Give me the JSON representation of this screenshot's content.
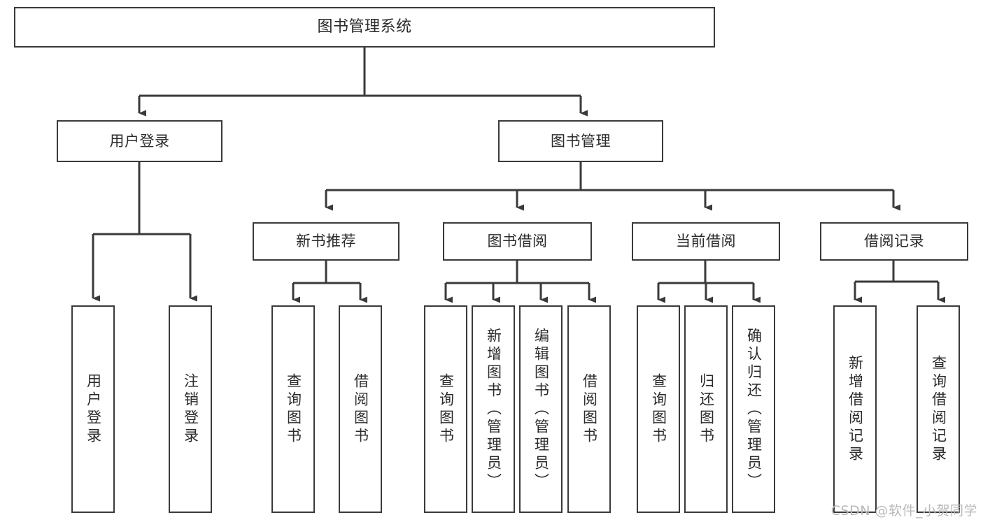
{
  "diagram": {
    "title": "图书管理系统",
    "type": "tree-hierarchy-chart",
    "watermark": "CSDN @软件_小贺同学",
    "colors": {
      "border": "#3a3a3a",
      "fill": "#ffffff",
      "text": "#2b2b2b",
      "edge": "#3a3a3a",
      "watermark": "#b9b9b9"
    }
  },
  "root": {
    "label": "图书管理系统"
  },
  "level2": [
    {
      "id": "user-login",
      "label": "用户登录"
    },
    {
      "id": "book-manage",
      "label": "图书管理"
    }
  ],
  "level3": [
    {
      "id": "new-book-recommend",
      "label": "新书推荐"
    },
    {
      "id": "book-borrow",
      "label": "图书借阅"
    },
    {
      "id": "current-borrow",
      "label": "当前借阅"
    },
    {
      "id": "borrow-record",
      "label": "借阅记录"
    }
  ],
  "leaves": {
    "user_login": [
      {
        "id": "leaf-user-login",
        "label": "用户登录"
      },
      {
        "id": "leaf-logout-login",
        "label": "注销登录"
      }
    ],
    "new_book_recommend": [
      {
        "id": "leaf-query-book-1",
        "label": "查询图书"
      },
      {
        "id": "leaf-borrow-book-1",
        "label": "借阅图书"
      }
    ],
    "book_borrow": [
      {
        "id": "leaf-query-book-2",
        "label": "查询图书"
      },
      {
        "id": "leaf-add-book",
        "label": "新增图书（管理员）"
      },
      {
        "id": "leaf-edit-book",
        "label": "编辑图书（管理员）"
      },
      {
        "id": "leaf-borrow-book-2",
        "label": "借阅图书"
      }
    ],
    "current_borrow": [
      {
        "id": "leaf-query-book-3",
        "label": "查询图书"
      },
      {
        "id": "leaf-return-book",
        "label": "归还图书"
      },
      {
        "id": "leaf-confirm-return",
        "label": "确认归还（管理员）"
      }
    ],
    "borrow_record": [
      {
        "id": "leaf-add-borrow-record",
        "label": "新增借阅记录"
      },
      {
        "id": "leaf-query-borrow-record",
        "label": "查询借阅记录"
      }
    ]
  }
}
